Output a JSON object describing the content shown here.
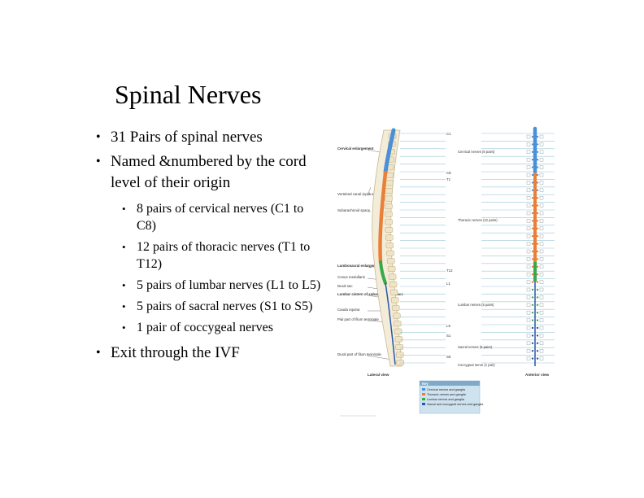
{
  "slide": {
    "title": "Spinal Nerves",
    "bullets": [
      "31 Pairs of spinal nerves",
      "Named &numbered by the cord level of their origin"
    ],
    "sub_bullets": [
      "8 pairs of cervical nerves  (C1 to C8)",
      "12 pairs of thoracic nerves (T1 to T12)",
      "5 pairs of lumbar nerves  (L1 to L5)",
      "5 pairs of sacral nerves  (S1 to S5)",
      "1 pair of coccygeal nerves"
    ],
    "last_bullet": "Exit through the IVF"
  },
  "figure": {
    "left_labels": {
      "cervical_enlargement": "Cervical enlargement",
      "vertebral_canal": "Vertebral canal (epidural space)",
      "subarachnoid_space": "Subarachnoid space",
      "lumbosacral_enlargement": "Lumbosacral enlargement",
      "conus_medullaris": "Conus medullaris",
      "dural_sac": "Dural sac",
      "lumbar_cistern": "Lumbar cistern of subarachnoid space",
      "cauda_equina": "Cauda equina",
      "pial_part": "Pial part of filum terminale",
      "dural_part": "Dural part of filum terminale"
    },
    "levels": [
      "C1",
      "C8",
      "T1",
      "T12",
      "L1",
      "L5",
      "S1",
      "S5"
    ],
    "nerve_group_labels": {
      "cervical": "Cervical nerves (8 pairs)",
      "thoracic": "Thoracic nerves (12 pairs)",
      "lumbar": "Lumbar nerves (5 pairs)",
      "sacral": "Sacral nerves (5 pairs)",
      "coccygeal": "Coccygeal nerve (1 pair)"
    },
    "view_labels": {
      "lateral": "Lateral view",
      "anterior": "Anterior view"
    },
    "key": {
      "title": "Key",
      "items": [
        {
          "label": "Cervical nerves and ganglia",
          "color": "#4a90d9"
        },
        {
          "label": "Thoracic nerves and ganglia",
          "color": "#e8803a"
        },
        {
          "label": "Lumbar nerves and ganglia",
          "color": "#3aa84a"
        },
        {
          "label": "Sacral and coccygeal nerves and ganglia",
          "color": "#2b55a8"
        }
      ]
    },
    "colors": {
      "cervical": "#4a90d9",
      "thoracic": "#e8803a",
      "lumbar": "#3aa84a",
      "sacral": "#2b55a8",
      "line": "#9bc7d8",
      "key_bg": "#cfe2f0"
    }
  }
}
